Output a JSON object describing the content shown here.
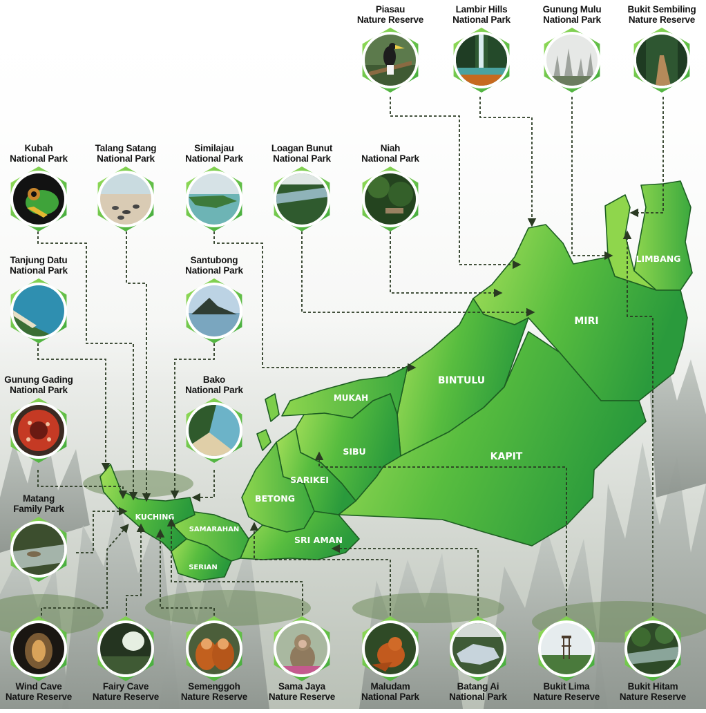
{
  "regions": [
    {
      "id": "limbang",
      "label": "LIMBANG"
    },
    {
      "id": "miri",
      "label": "MIRI"
    },
    {
      "id": "bintulu",
      "label": "BINTULU"
    },
    {
      "id": "mukah",
      "label": "MUKAH"
    },
    {
      "id": "sibu",
      "label": "SIBU"
    },
    {
      "id": "kapit",
      "label": "KAPIT"
    },
    {
      "id": "sarikei",
      "label": "SARIKEI"
    },
    {
      "id": "betong",
      "label": "BETONG"
    },
    {
      "id": "sri-aman",
      "label": "SRI AMAN"
    },
    {
      "id": "kuching",
      "label": "KUCHING"
    },
    {
      "id": "samarahan",
      "label": "SAMARAHAN"
    },
    {
      "id": "serian",
      "label": "SERIAN"
    }
  ],
  "parks": [
    {
      "id": "piasau",
      "name_line1": "Piasau",
      "name_line2": "Nature Reserve",
      "photo": "hornbill"
    },
    {
      "id": "lambir-hills",
      "name_line1": "Lambir Hills",
      "name_line2": "National Park",
      "photo": "waterfall"
    },
    {
      "id": "gunung-mulu",
      "name_line1": "Gunung Mulu",
      "name_line2": "National Park",
      "photo": "pinnacles"
    },
    {
      "id": "bukit-sembiling",
      "name_line1": "Bukit Sembiling",
      "name_line2": "Nature Reserve",
      "photo": "boardwalk"
    },
    {
      "id": "kubah",
      "name_line1": "Kubah",
      "name_line2": "National Park",
      "photo": "frog"
    },
    {
      "id": "talang-satang",
      "name_line1": "Talang Satang",
      "name_line2": "National Park",
      "photo": "turtles"
    },
    {
      "id": "similajau",
      "name_line1": "Similajau",
      "name_line2": "National Park",
      "photo": "coast"
    },
    {
      "id": "loagan-bunut",
      "name_line1": "Loagan Bunut",
      "name_line2": "National Park",
      "photo": "lake"
    },
    {
      "id": "niah",
      "name_line1": "Niah",
      "name_line2": "National Park",
      "photo": "forest"
    },
    {
      "id": "tanjung-datu",
      "name_line1": "Tanjung Datu",
      "name_line2": "National Park",
      "photo": "bay"
    },
    {
      "id": "santubong",
      "name_line1": "Santubong",
      "name_line2": "National Park",
      "photo": "mountain"
    },
    {
      "id": "gunung-gading",
      "name_line1": "Gunung Gading",
      "name_line2": "National Park",
      "photo": "rafflesia"
    },
    {
      "id": "bako",
      "name_line1": "Bako",
      "name_line2": "National Park",
      "photo": "beach"
    },
    {
      "id": "matang",
      "name_line1": "Matang",
      "name_line2": "Family Park",
      "photo": "stream"
    },
    {
      "id": "wind-cave",
      "name_line1": "Wind Cave",
      "name_line2": "Nature Reserve",
      "photo": "cave"
    },
    {
      "id": "fairy-cave",
      "name_line1": "Fairy Cave",
      "name_line2": "Nature Reserve",
      "photo": "cave-light"
    },
    {
      "id": "semenggoh",
      "name_line1": "Semenggoh",
      "name_line2": "Nature Reserve",
      "photo": "orangutan"
    },
    {
      "id": "sama-jaya",
      "name_line1": "Sama Jaya",
      "name_line2": "Nature Reserve",
      "photo": "monkey"
    },
    {
      "id": "maludam",
      "name_line1": "Maludam",
      "name_line2": "National Park",
      "photo": "red-langur"
    },
    {
      "id": "batang-ai",
      "name_line1": "Batang Ai",
      "name_line2": "National Park",
      "photo": "reservoir"
    },
    {
      "id": "bukit-lima",
      "name_line1": "Bukit Lima",
      "name_line2": "Nature Reserve",
      "photo": "tower"
    },
    {
      "id": "bukit-hitam",
      "name_line1": "Bukit Hitam",
      "name_line2": "Nature Reserve",
      "photo": "river"
    }
  ],
  "colors": {
    "land_light": "#9ad94e",
    "land_dark": "#2e9e3b",
    "border": "#1d5e22",
    "connector": "#2a3a22",
    "badge": "#57c043"
  }
}
